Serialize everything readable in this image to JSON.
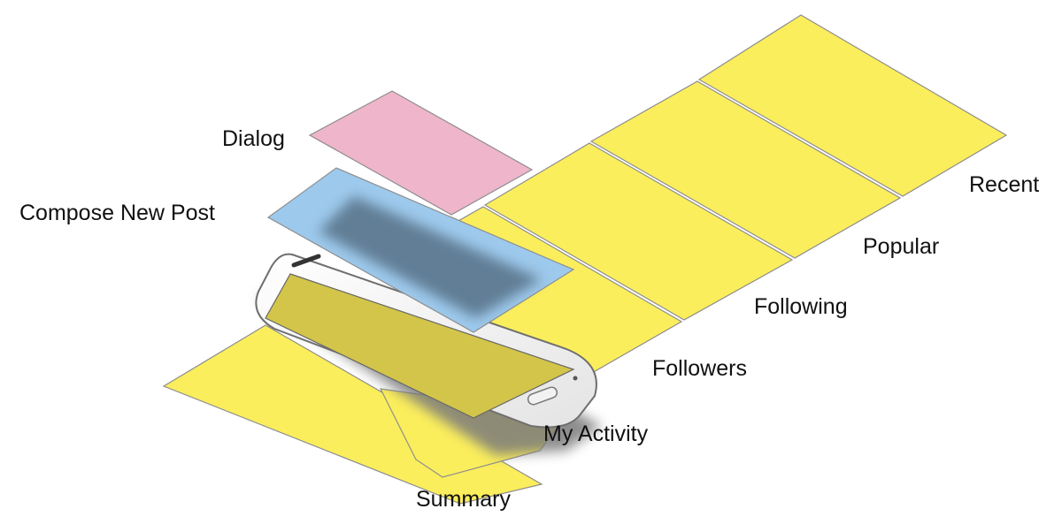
{
  "labels": {
    "dialog": "Dialog",
    "compose": "Compose New Post",
    "recent": "Recent",
    "popular": "Popular",
    "following": "Following",
    "followers": "Followers",
    "my_activity": "My Activity",
    "summary": "Summary"
  },
  "colors": {
    "screen_yellow": "#fbee5c",
    "dialog_pink": "#efb5cb",
    "compose_blue": "#9dc9ec",
    "overlay_dark": "#5e7a92",
    "phone_screen": "#d2c54a",
    "outline": "#7a7a7a"
  },
  "icons": {
    "phone": "smartphone-icon"
  }
}
